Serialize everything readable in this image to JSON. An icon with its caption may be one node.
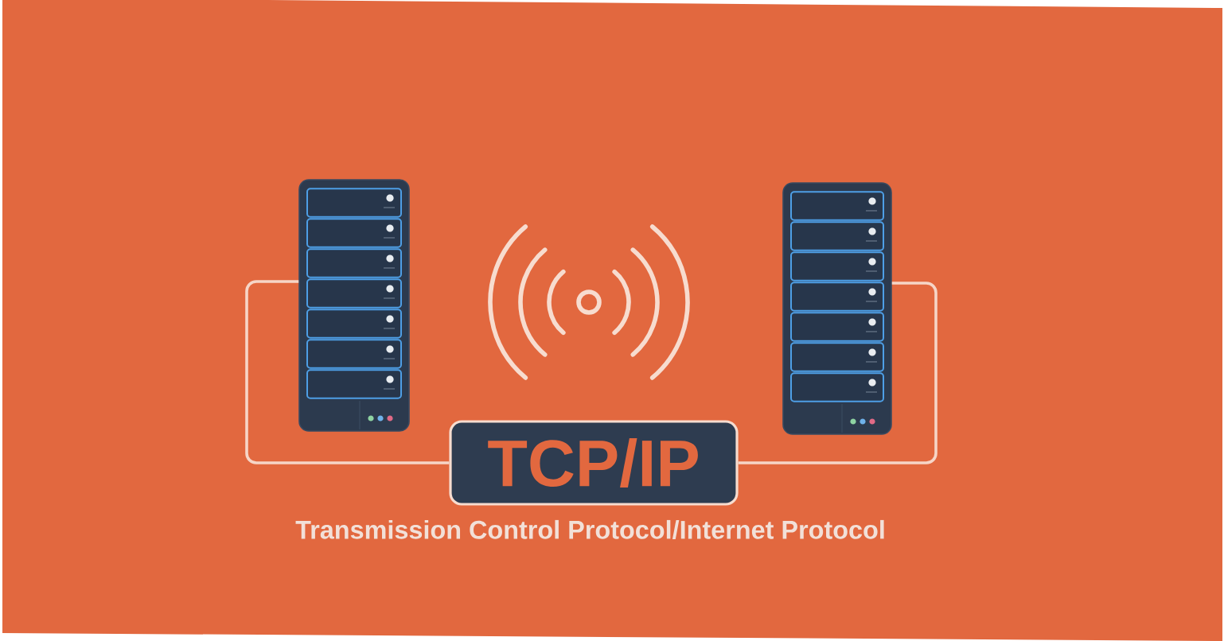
{
  "diagram": {
    "nodes": [
      {
        "text": [],
        "shape": "picture"
      },
      {
        "text": [],
        "shape": "picture"
      },
      {
        "text": [
          "TCP/IP"
        ],
        "beside": [
          "Transmission Control Protocol/Internet Protocol"
        ]
      }
    ],
    "edges": [
      {
        "from": 0,
        "to": 2,
        "arrow": "none"
      },
      {
        "from": 1,
        "to": 2,
        "arrow": "none"
      }
    ]
  }
}
